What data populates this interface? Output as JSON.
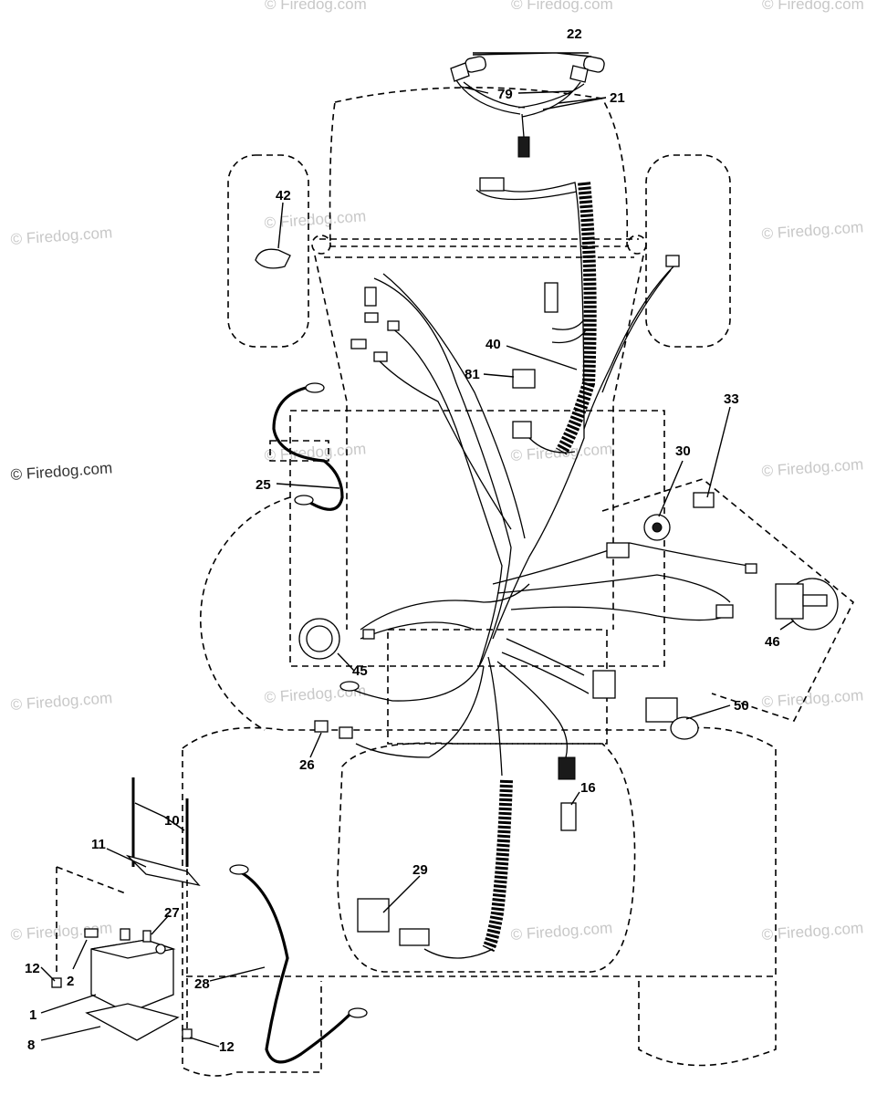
{
  "watermark": {
    "text": "© Firedog.com",
    "copies": [
      "© Firedog.com",
      "© Firedog.com",
      "© Firedog.com",
      "© Firedog.com",
      "© Firedog.com",
      "© Firedog.com",
      "© Firedog.com",
      "© Firedog.com",
      "© Firedog.com",
      "© Firedog.com",
      "© Firedog.com",
      "© Firedog.com",
      "© Firedog.com",
      "© Firedog.com",
      "© Firedog.com",
      "© Firedog.com"
    ]
  },
  "callouts": {
    "p22": "22",
    "p79": "79",
    "p21": "21",
    "p42": "42",
    "p40": "40",
    "p81": "81",
    "p33": "33",
    "p30": "30",
    "p25": "25",
    "p46": "46",
    "p45": "45",
    "p50": "50",
    "p26": "26",
    "p16": "16",
    "p10": "10",
    "p11": "11",
    "p29": "29",
    "p27": "27",
    "p28": "28",
    "p12a": "12",
    "p2": "2",
    "p1": "1",
    "p8": "8",
    "p12b": "12"
  },
  "colors": {
    "ink": "#000000",
    "watermark": "#c8c8c8"
  }
}
